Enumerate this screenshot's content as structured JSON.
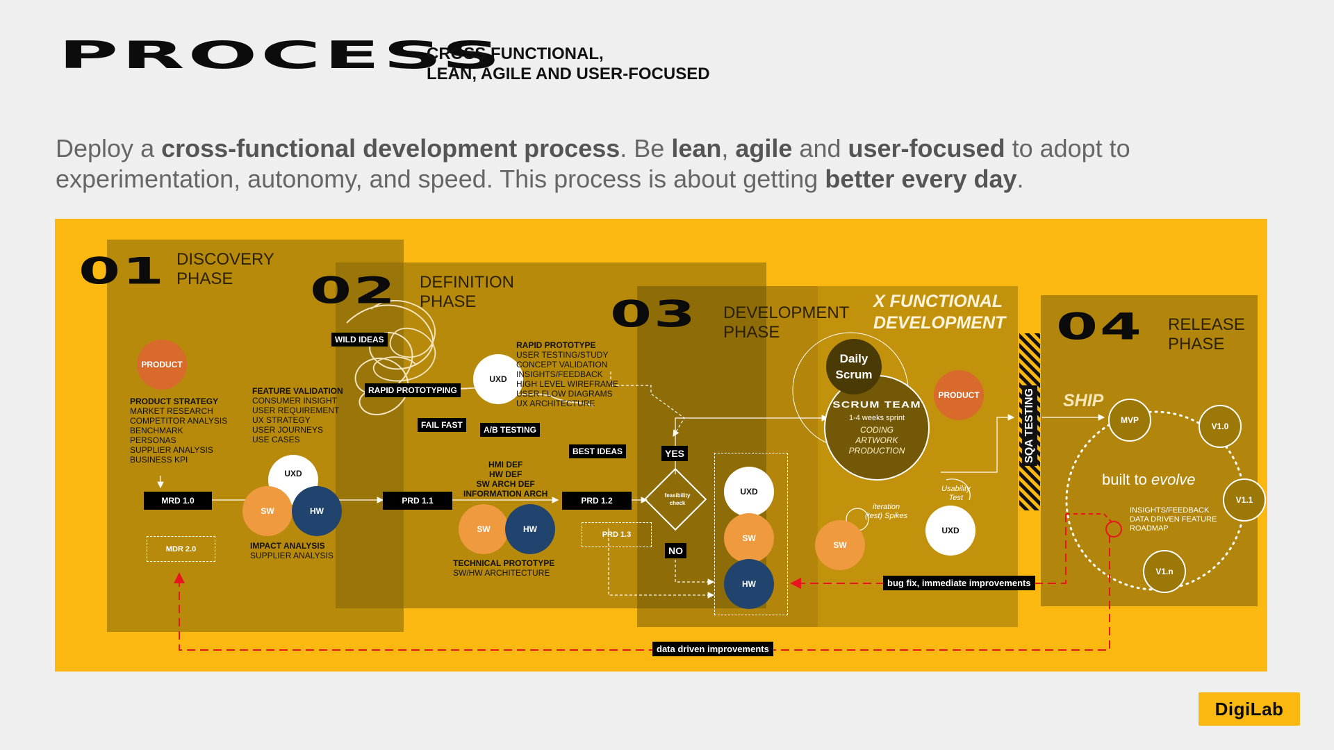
{
  "header": {
    "title": "PROCESS",
    "subtitle_line1": "CROSS FUNCTIONAL,",
    "subtitle_line2": "LEAN, AGILE AND USER-FOCUSED"
  },
  "intro": {
    "t1": "Deploy a ",
    "b1": "cross-functional development process",
    "t2": ". Be ",
    "b2": "lean",
    "t3": ", ",
    "b3": "agile",
    "t4": " and ",
    "b4": "user-focused",
    "t5": " to adopt to experimentation, autonomy, and speed. This process is about getting ",
    "b5": "better every day",
    "t6": "."
  },
  "phases": {
    "p1": {
      "num": "01",
      "line1": "DISCOVERY",
      "line2": "PHASE"
    },
    "p2": {
      "num": "02",
      "line1": "DEFINITION",
      "line2": "PHASE"
    },
    "p3": {
      "num": "03",
      "line1": "DEVELOPMENT",
      "line2": "PHASE"
    },
    "p4": {
      "num": "04",
      "line1": "RELEASE",
      "line2": "PHASE"
    }
  },
  "discovery": {
    "product": "PRODUCT",
    "strategy_items": [
      "PRODUCT STRATEGY",
      "MARKET RESEARCH",
      "COMPETITOR ANALYSIS",
      "BENCHMARK",
      "PERSONAS",
      "SUPPLIER ANALYSIS",
      "BUSINESS KPI"
    ],
    "feature_items": [
      "FEATURE VALIDATION",
      "CONSUMER INSIGHT",
      "USER REQUIREMENT",
      "UX STRATEGY",
      "USER JOURNEYS",
      "USE CASES"
    ],
    "mrd": "MRD 1.0",
    "mdr": "MDR 2.0",
    "uxd": "UXD",
    "sw": "SW",
    "hw": "HW",
    "impact_items": [
      "IMPACT ANALYSIS",
      "SUPPLIER ANALYSIS"
    ]
  },
  "definition": {
    "wild_ideas": "WILD IDEAS",
    "rapid_prototyping": "RAPID PROTOTYPING",
    "fail_fast": "FAIL FAST",
    "ab_testing": "A/B TESTING",
    "best_ideas": "BEST IDEAS",
    "uxd": "UXD",
    "rapid_items": [
      "RAPID PROTOTYPE",
      "USER TESTING/STUDY",
      "CONCEPT VALIDATION",
      "INSIGHTS/FEEDBACK",
      "HIGH LEVEL WIREFRAME",
      "USER FLOW DIAGRAMS",
      "UX ARCHITECTURE"
    ],
    "prd11": "PRD 1.1",
    "prd12": "PRD 1.2",
    "prd13": "PRD 1.3",
    "def_items": [
      "HMI DEF",
      "HW DEF",
      "SW ARCH DEF",
      "INFORMATION ARCH"
    ],
    "sw": "SW",
    "hw": "HW",
    "tech_items": [
      "TECHNICAL PROTOTYPE",
      "SW/HW ARCHITECTURE"
    ]
  },
  "development": {
    "yes": "YES",
    "no": "NO",
    "feasibility_line1": "feasibility",
    "feasibility_line2": "check",
    "uxd": "UXD",
    "sw": "SW",
    "hw": "HW",
    "xfunc_line1": "X FUNCTIONAL",
    "xfunc_line2": "DEVELOPMENT",
    "daily_line1": "Daily",
    "daily_line2": "Scrum",
    "scrum_title": "SCRUM TEAM",
    "scrum_sprint": "1-4 weeks sprint",
    "scrum_items": [
      "CODING",
      "ARTWORK",
      "PRODUCTION"
    ],
    "product": "PRODUCT",
    "iteration_line1": "iteration",
    "iteration_line2": "(test) Spikes",
    "usability_line1": "Usability",
    "usability_line2": "Test",
    "uxd2": "UXD",
    "sw2": "SW",
    "bug_fix": "bug fix, immediate improvements"
  },
  "release": {
    "sqa": "SQA TESTING",
    "ship": "SHIP",
    "mvp": "MVP",
    "v10": "V1.0",
    "v11": "V1.1",
    "v1n": "V1.n",
    "evolve_a": "built to ",
    "evolve_b": "evolve",
    "insights_items": [
      "INSIGHTS/FEEDBACK",
      "DATA DRIVEN FEATURE",
      "ROADMAP"
    ]
  },
  "data_driven": "data driven improvements",
  "logo": "DigiLab",
  "colors": {
    "board": "#fbb811",
    "product": "#d86a2c",
    "sw": "#ef9a3f",
    "hw": "#20446e",
    "feedback": "#e8141e"
  }
}
